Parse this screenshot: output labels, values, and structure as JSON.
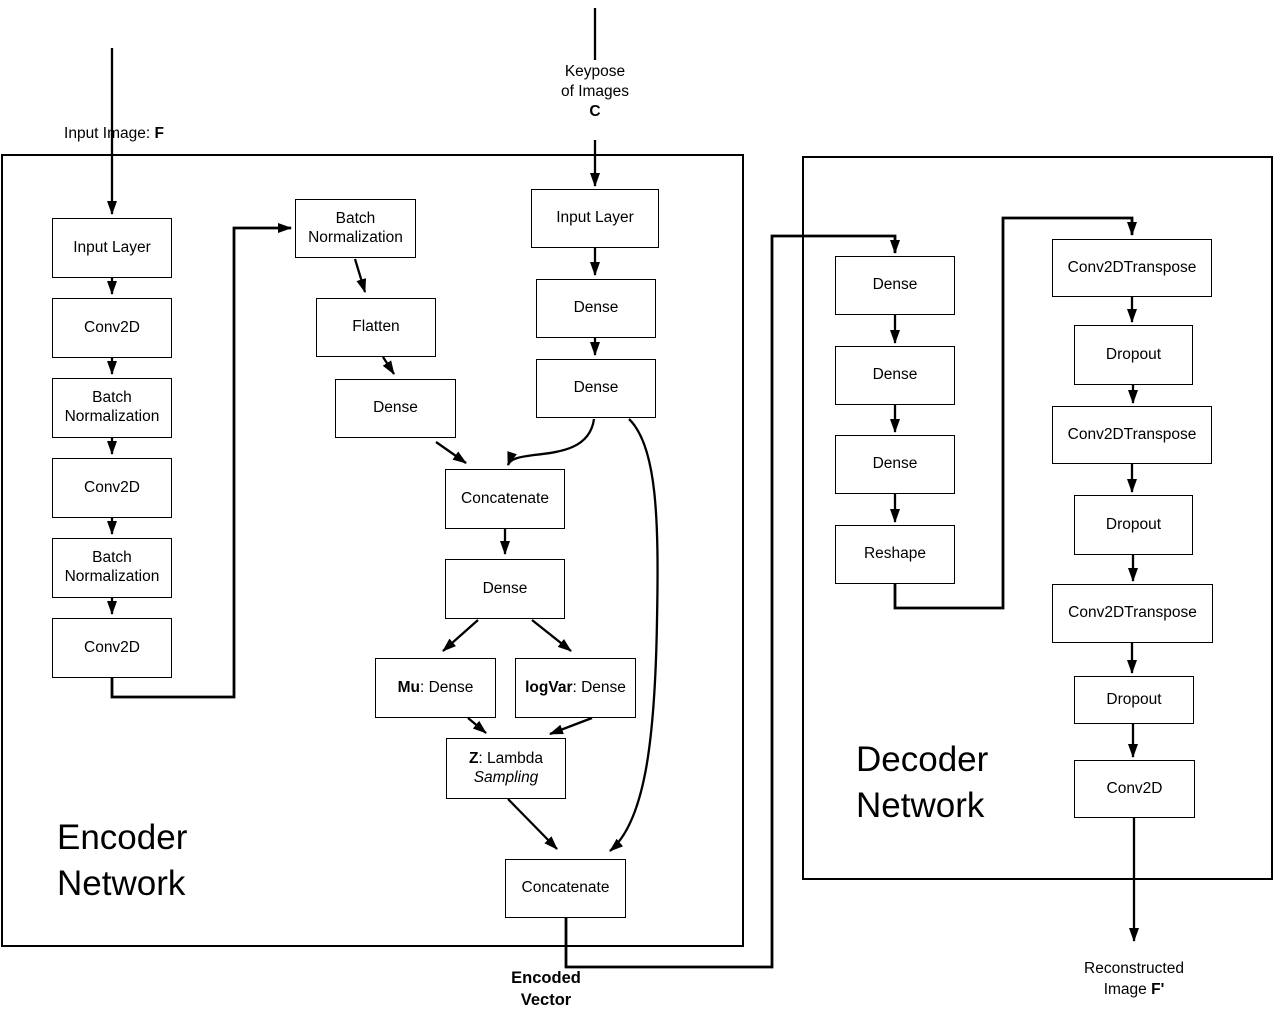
{
  "labels": {
    "input_image": {
      "prefix": "Input Image: ",
      "bold": "F"
    },
    "keypose": {
      "l1": "Keypose",
      "l2": "of Images",
      "l3_bold": "C"
    },
    "encoder_title": {
      "l1": "Encoder",
      "l2": "Network"
    },
    "decoder_title": {
      "l1": "Decoder",
      "l2": "Network"
    },
    "encoded_vector": {
      "l1": "Encoded",
      "l2": "Vector"
    },
    "reconstructed": {
      "l1": "Reconstructed",
      "l2_prefix": "Image ",
      "l2_bold": "F'"
    }
  },
  "encoder": {
    "main_column": [
      "Input Layer",
      "Conv2D",
      "Batch Normalization",
      "Conv2D",
      "Batch Normalization",
      "Conv2D"
    ],
    "branch_column": [
      "Batch Normalization",
      "Flatten",
      "Dense"
    ],
    "keypose_column": [
      "Input Layer",
      "Dense",
      "Dense"
    ],
    "merge": {
      "concatenate1": "Concatenate",
      "dense": "Dense",
      "mu": {
        "bold": "Mu",
        "rest": ": Dense"
      },
      "logvar": {
        "bold": "logVar",
        "rest": ": Dense"
      },
      "z": {
        "bold": "Z",
        "rest": ": Lambda",
        "italic": "Sampling"
      },
      "concatenate2": "Concatenate"
    }
  },
  "decoder": {
    "dense_column": [
      "Dense",
      "Dense",
      "Dense",
      "Reshape"
    ],
    "conv_column": [
      "Conv2DTranspose",
      "Dropout",
      "Conv2DTranspose",
      "Dropout",
      "Conv2DTranspose",
      "Dropout",
      "Conv2D"
    ]
  }
}
